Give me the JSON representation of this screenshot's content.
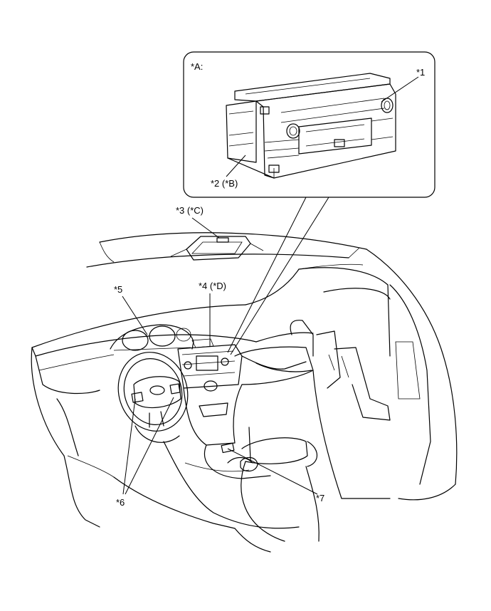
{
  "callouts": {
    "inset": "*A:",
    "c1": "*1",
    "c2": "*2 (*B)",
    "c3": "*3 (*C)",
    "c4": "*4 (*D)",
    "c5": "*5",
    "c6": "*6",
    "c7": "*7"
  }
}
